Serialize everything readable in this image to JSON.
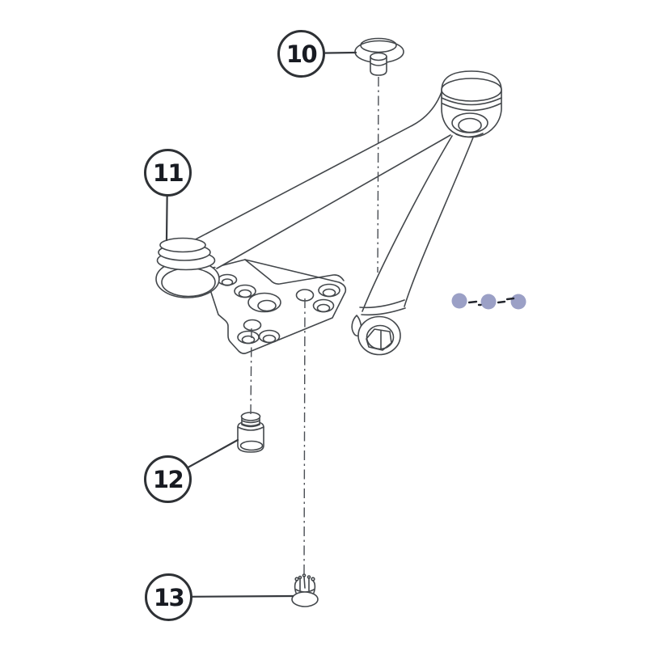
{
  "diagram": {
    "callouts": [
      {
        "label": "10"
      },
      {
        "label": "11"
      },
      {
        "label": "12"
      },
      {
        "label": "13"
      }
    ],
    "colors": {
      "background": "#ffffff",
      "line": "#43474b",
      "callout_text": "#181b22",
      "callout_border": "#2e3135",
      "dot_fill": "#9ba0c6",
      "dash_mark": "#23262e"
    }
  }
}
